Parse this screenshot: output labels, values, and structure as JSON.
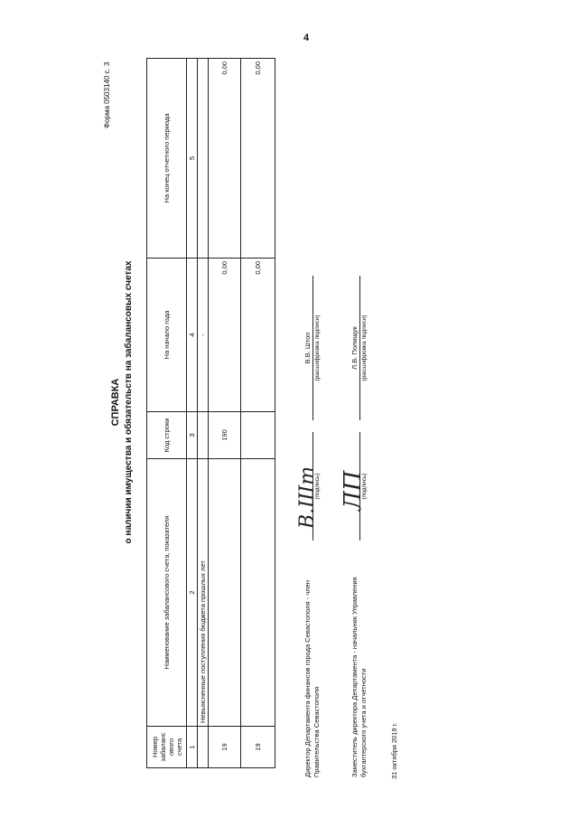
{
  "page_number": "4",
  "form_code": "Форма 0503140 с. 3",
  "title": "СПРАВКА",
  "subtitle": "о наличии имущества и обязательств на забалансовых счетах",
  "table": {
    "headers": [
      "Номер забаланс ового счета",
      "Наименование забалансового счета, показателя",
      "Код строки",
      "На начало года",
      "На конец отчетного периода"
    ],
    "col_numbers": [
      "1",
      "2",
      "3",
      "4",
      "5"
    ],
    "rows": [
      {
        "account": "",
        "name": "Невыясненные поступления бюджета прошлых лет",
        "code": "",
        "begin": "-",
        "end": ""
      },
      {
        "account": "19",
        "name": "",
        "code": "190",
        "begin": "0,00",
        "end": "0,00"
      },
      {
        "account": "19",
        "name": "",
        "code": "",
        "begin": "0,00",
        "end": "0,00"
      }
    ]
  },
  "signatures": [
    {
      "position": "Директор Департамента финансов города Севастополя - член Правительства Севастополя",
      "sign_caption": "(подпись)",
      "name": "В.В. Штоп",
      "name_caption": "(расшифровка подписи)",
      "handwriting": "В.Шт"
    },
    {
      "position": "Заместитель директора Департамента - начальник Управления бухгалтерского учета и отчетности",
      "sign_caption": "(подпись)",
      "name": "Л.В. Полищук",
      "name_caption": "(расшифровка подписи)",
      "handwriting": "ЛП"
    }
  ],
  "date": "31 октября 2019 г."
}
